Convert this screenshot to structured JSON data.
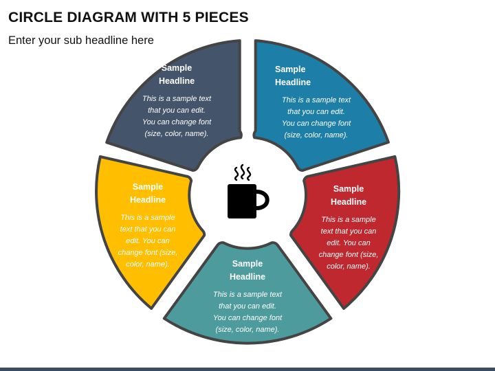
{
  "title": "CIRCLE DIAGRAM WITH 5 PIECES",
  "subtitle": "Enter your sub headline here",
  "center_icon": "coffee-cup-icon",
  "segments": [
    {
      "id": "top-left",
      "color": "#44546a",
      "headline": "Sample\nHeadline",
      "body": "This is a sample text\nthat you can edit.\nYou can change font\n(size, color, name)."
    },
    {
      "id": "top-right",
      "color": "#1d7fa8",
      "headline": "Sample\nHeadline",
      "body": "This is a sample text\nthat you can edit.\nYou can change font\n(size, color, name)."
    },
    {
      "id": "right",
      "color": "#c0282f",
      "headline": "Sample\nHeadline",
      "body": "This is a sample\ntext that you can\nedit. You can\nchange font (size,\ncolor, name)."
    },
    {
      "id": "bottom",
      "color": "#4d9b9c",
      "headline": "Sample\nHeadline",
      "body": "This is a sample text\nthat you can edit.\nYou can change font\n(size, color, name)."
    },
    {
      "id": "left",
      "color": "#ffbf00",
      "headline": "Sample\nHeadline",
      "body": "This is a sample\ntext that you can\nedit. You can\nchange font (size,\ncolor, name)."
    }
  ],
  "colors": {
    "segment_border": "#444444",
    "icon": "#000000",
    "bottom_bar": "#3a4d60"
  }
}
